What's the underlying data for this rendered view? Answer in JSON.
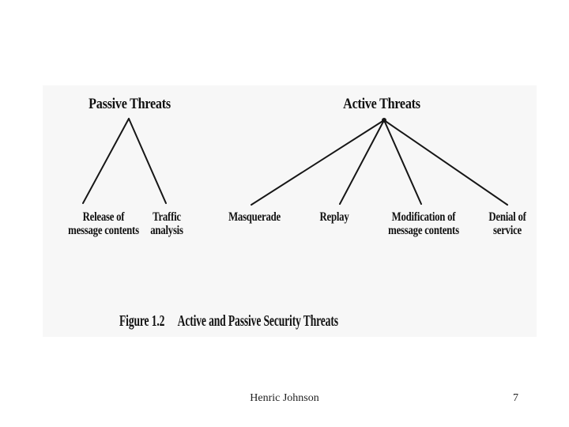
{
  "colors": {
    "panel_bg": "#f7f7f7",
    "line": "#161616",
    "text": "#111111",
    "footer_text": "#222222"
  },
  "figure": {
    "passive": {
      "title": "Passive Threats",
      "leaves": [
        {
          "line1": "Release of",
          "line2": "message contents"
        },
        {
          "line1": "Traffic",
          "line2": "analysis"
        }
      ]
    },
    "active": {
      "title": "Active Threats",
      "leaves": [
        {
          "line1": "Masquerade",
          "line2": ""
        },
        {
          "line1": "Replay",
          "line2": ""
        },
        {
          "line1": "Modification of",
          "line2": "message contents"
        },
        {
          "line1": "Denial of",
          "line2": "service"
        }
      ]
    },
    "caption_label": "Figure 1.2",
    "caption_text": "Active and Passive Security Threats"
  },
  "footer": {
    "author": "Henric Johnson",
    "page_number": "7"
  }
}
